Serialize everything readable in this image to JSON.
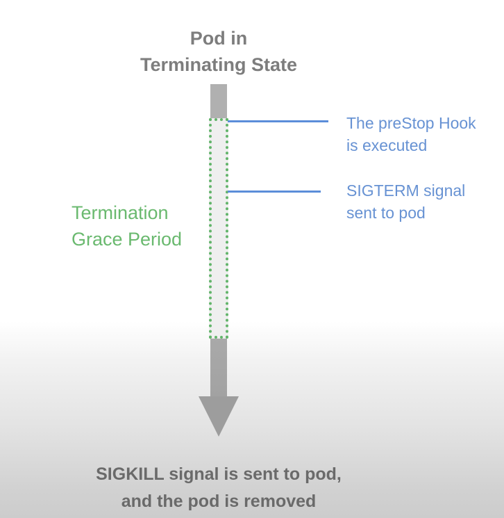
{
  "diagram": {
    "title": {
      "line1": "Pod in",
      "line2": "Terminating State"
    },
    "grace_period": {
      "line1": "Termination",
      "line2": "Grace Period"
    },
    "events": [
      {
        "line1": "The preStop Hook",
        "line2": "is executed"
      },
      {
        "line1": "SIGTERM signal",
        "line2": "sent to pod"
      }
    ],
    "final_state": {
      "line1": "SIGKILL signal is sent to pod,",
      "line2": "and the pod is removed"
    },
    "colors": {
      "title_text": "#7d7d7d",
      "timeline_bar": "#b0b0b0",
      "grace_border": "#62b46a",
      "grace_text": "#6ab96f",
      "event_lines": "#5b8dd9",
      "event_text": "#6792d3",
      "final_text": "#6a6a6a"
    }
  }
}
